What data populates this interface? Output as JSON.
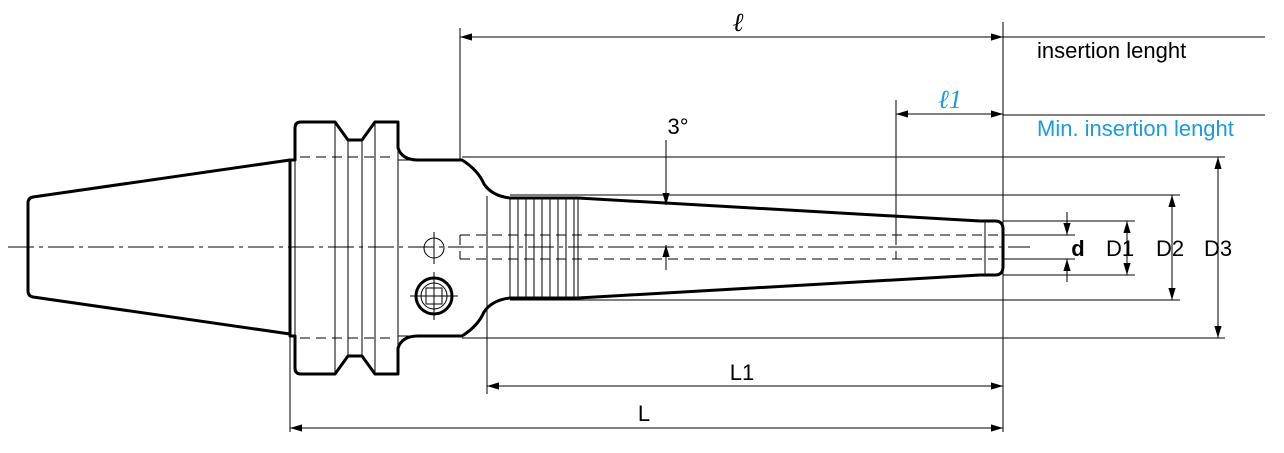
{
  "labels": {
    "l": "ℓ",
    "l1": "ℓ1",
    "angle": "3°",
    "insertion": "insertion lenght",
    "min_insertion": "Min. insertion lenght",
    "d": "d",
    "D1": "D1",
    "D2": "D2",
    "D3": "D3",
    "L1": "L1",
    "L": "L"
  },
  "colors": {
    "accent": "#1a9be0",
    "line": "#000000"
  }
}
